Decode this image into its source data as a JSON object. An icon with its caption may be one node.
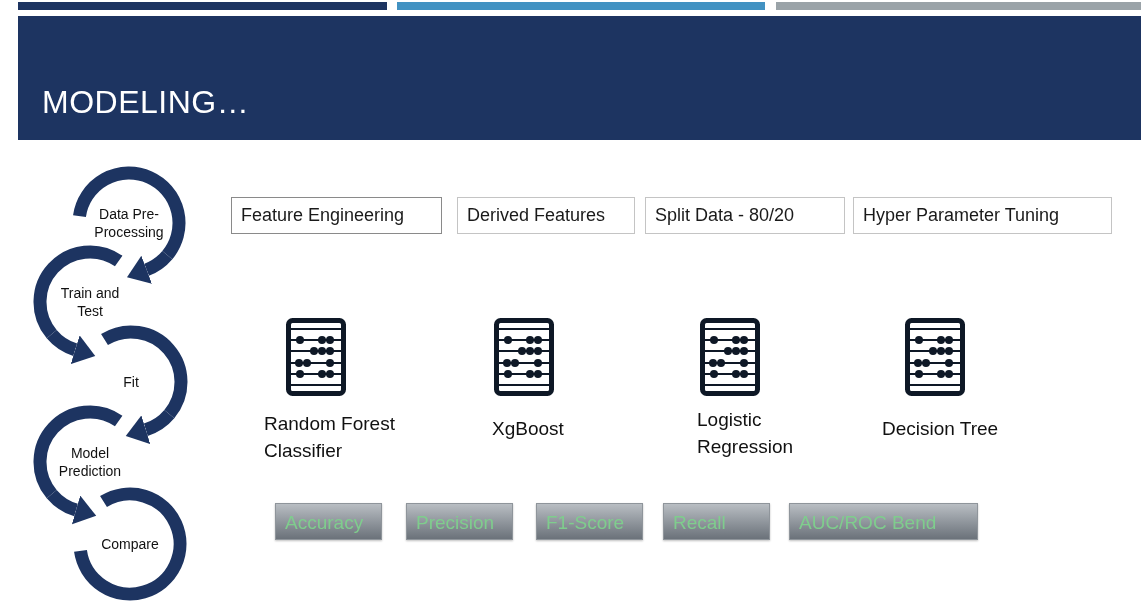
{
  "diagram": {
    "title": "MODELING…",
    "nodes": [
      {
        "text": [
          "Data Pre-Processing"
        ]
      },
      {
        "text": [
          "Train and Test"
        ]
      },
      {
        "text": [
          "Fit"
        ]
      },
      {
        "text": [
          "Model Prediction"
        ]
      },
      {
        "text": [
          "Compare"
        ]
      },
      {
        "text": [
          "Feature Engineering"
        ]
      },
      {
        "text": [
          "Derived Features"
        ]
      },
      {
        "text": [
          "Split Data - 80/20"
        ]
      },
      {
        "text": [
          "Hyper Parameter Tuning"
        ]
      },
      {
        "text": [
          "Accuracy"
        ]
      },
      {
        "text": [
          "Precision"
        ]
      },
      {
        "text": [
          "F1-Score"
        ]
      },
      {
        "text": [
          "Recall"
        ]
      },
      {
        "text": [
          "AUC/ROC Bend"
        ]
      }
    ],
    "edges": [
      {
        "from": 0,
        "to": 1,
        "arrow": "to"
      },
      {
        "from": 1,
        "to": 2,
        "arrow": "to"
      },
      {
        "from": 2,
        "to": 3,
        "arrow": "to"
      },
      {
        "from": 3,
        "to": 4,
        "arrow": "to"
      }
    ],
    "labels": [
      "Random Forest Classifier",
      "XgBoost",
      "Logistic Regression",
      "Decision Tree"
    ]
  }
}
